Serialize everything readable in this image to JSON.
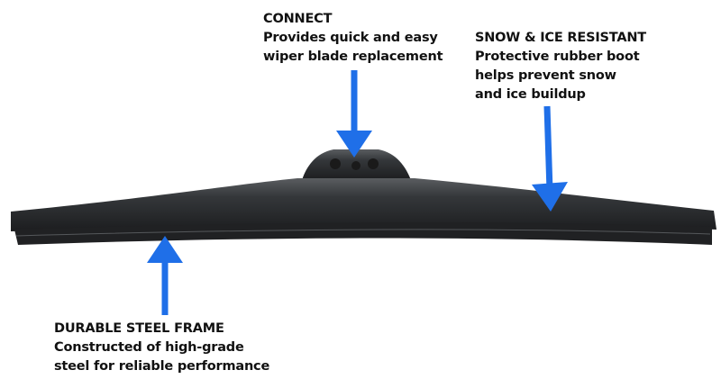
{
  "callouts": {
    "connect": {
      "title": "CONNECT",
      "lines": [
        "Provides quick and easy",
        "wiper blade replacement"
      ]
    },
    "snow": {
      "title": "SNOW & ICE RESISTANT",
      "lines": [
        "Protective rubber boot",
        "helps prevent snow",
        "and ice buildup"
      ]
    },
    "frame": {
      "title": "DURABLE STEEL FRAME",
      "lines": [
        "Constructed of high-grade",
        "steel for reliable performance"
      ]
    }
  },
  "colors": {
    "arrow": "#1f6fe8",
    "blade": "#2a2c2e"
  }
}
